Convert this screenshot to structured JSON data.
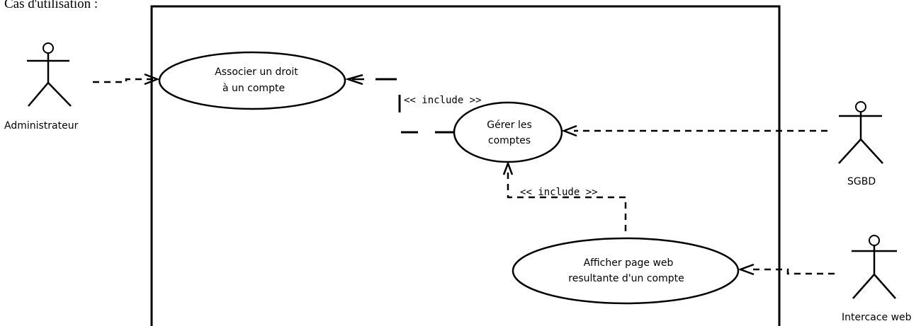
{
  "page": {
    "title": "Cas d'utilisation :"
  },
  "actors": {
    "administrateur": "Administrateur",
    "sgbd": "SGBD",
    "interface_web": "Intercace web"
  },
  "use_cases": {
    "associer": {
      "line1": "Associer un droit",
      "line2": "à un compte"
    },
    "gerer": {
      "line1": "Gérer les",
      "line2": "comptes"
    },
    "afficher": {
      "line1": "Afficher page web",
      "line2": "resultante d'un compte"
    }
  },
  "relations": {
    "include_1": "<< include >>",
    "include_2": "<< include >>"
  }
}
